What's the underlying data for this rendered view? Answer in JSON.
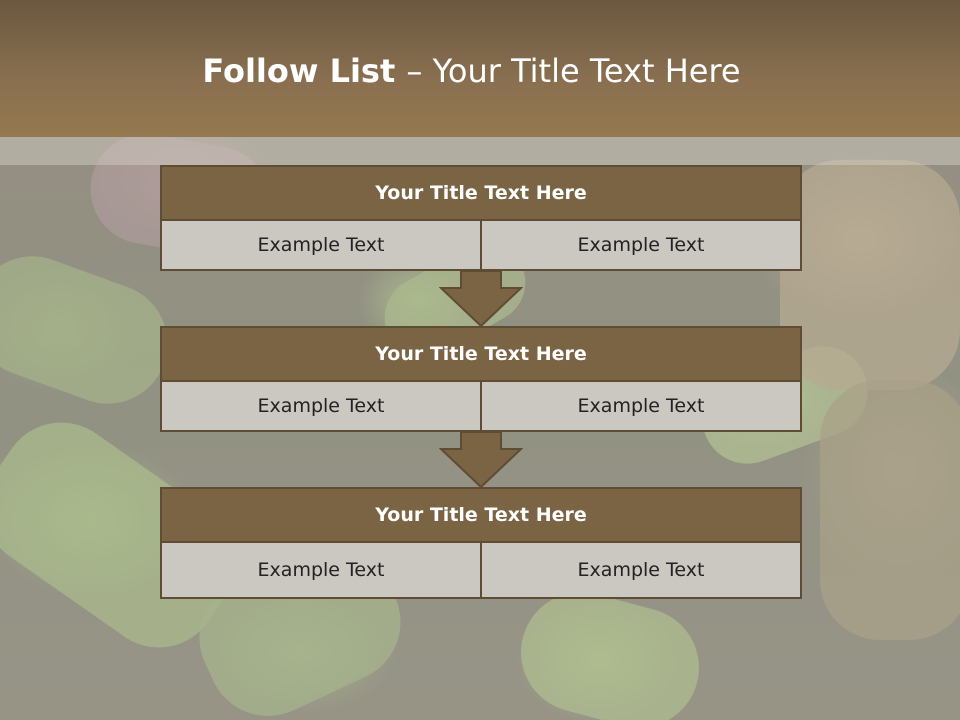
{
  "header": {
    "title_main": "Follow List ",
    "title_rest": " – Your Title Text Here"
  },
  "steps": [
    {
      "title": "Your Title Text Here",
      "left": "Example Text",
      "right": "Example Text"
    },
    {
      "title": "Your Title Text Here",
      "left": "Example Text",
      "right": "Example Text"
    },
    {
      "title": "Your Title Text Here",
      "left": "Example Text",
      "right": "Example Text"
    }
  ],
  "colors": {
    "header": "#8a7050",
    "block_title": "#7a6444",
    "block_border": "#5e4c34",
    "cell": "#cbc7c1",
    "arrow": "#7a6444"
  },
  "icons": {
    "connector": "down-arrow-icon"
  }
}
